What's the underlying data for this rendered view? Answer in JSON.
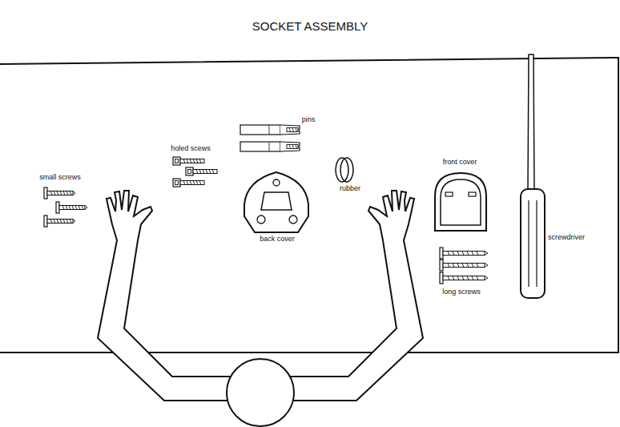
{
  "diagram": {
    "title": "SOCKET ASSEMBLY",
    "labels": [
      "small screws",
      "holed scews",
      "pins",
      "rubber",
      "back cover",
      "front cover",
      "long screws",
      "screwdriver"
    ]
  }
}
